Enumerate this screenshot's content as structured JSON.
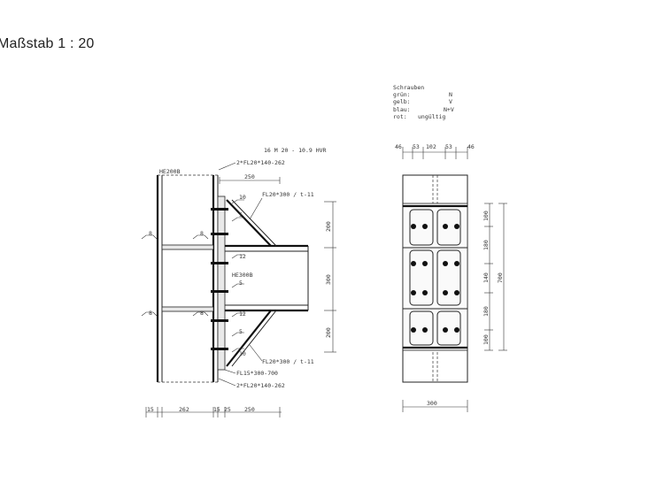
{
  "title": "Maßstab   1 : 20",
  "legend": {
    "heading": "Schrauben",
    "rows": [
      {
        "key": "grün:",
        "val": "N"
      },
      {
        "key": "gelb:",
        "val": "V"
      },
      {
        "key": "blau:",
        "val": "N+V"
      },
      {
        "key": "rot:",
        "val": "ungültig"
      }
    ]
  },
  "side_view": {
    "bolt_note": "16 M 20 - 10.9 HVR",
    "column_label": "HE200B",
    "beam_label": "HE300B",
    "plate_top": "2*FL20*140-262",
    "dim_top_250": "250",
    "stiffener_top": "FL20*300 / t-11",
    "stiffener_bottom": "FL20*300 / t-11",
    "end_plate": "FL15*300-700",
    "plate_bottom": "2*FL20*140-262",
    "weld_labels": [
      "10",
      "5",
      "12",
      "5",
      "12",
      "5",
      "10",
      "8",
      "8",
      "8",
      "8"
    ],
    "dims_right": [
      "200",
      "300",
      "200"
    ],
    "dims_bottom": [
      "15",
      "262",
      "15",
      "25",
      "250"
    ]
  },
  "front_view": {
    "dims_top": [
      "46",
      "53",
      "102",
      "53",
      "46"
    ],
    "dims_right_inner": [
      "100",
      "180",
      "140",
      "180",
      "100"
    ],
    "dim_right_total": "700",
    "dim_bottom": "300"
  }
}
